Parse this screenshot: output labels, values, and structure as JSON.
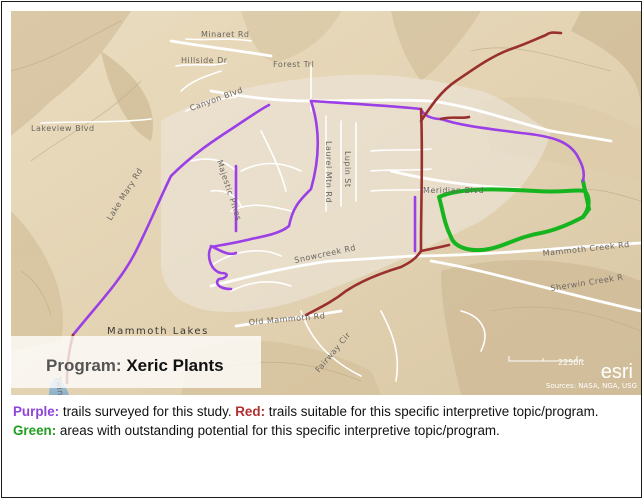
{
  "map": {
    "program_prefix": "Program:",
    "program_name": "Xeric Plants",
    "streets": {
      "minaret_rd": "Minaret Rd",
      "hillside_dr": "Hillside Dr",
      "forest_trl": "Forest Trl",
      "canyon_blvd": "Canyon Blvd",
      "lakeview_blvd": "Lakeview Blvd",
      "majestic_pines": "Majestic Pines",
      "laurel_mtn_rd": "Laurel Mtn Rd",
      "lupin_st": "Lupin St",
      "meridian_blvd": "Meridian Blvd",
      "snowcreek_rd": "Snowcreek Rd",
      "lake_mary_rd": "Lake Mary Rd",
      "mammoth_creek_rd": "Mammoth Creek Rd",
      "sherwin_creek_rd": "Sherwin Creek R",
      "old_mammoth_rd": "Old Mammoth Rd",
      "fairway_cir": "Fairway Cir",
      "twin_lakes": "Twin"
    },
    "town_label": "Mammoth Lakes",
    "scale_label": "2250ft",
    "attribution": "Sources: NASA, NGA, USG",
    "logo": "esri",
    "colors": {
      "purple_trail": "#9b3fe6",
      "red_trail": "#9a2f2f",
      "green_area": "#16b51f"
    }
  },
  "caption": {
    "purple_key": "Purple:",
    "purple_text": " trails surveyed for this study. ",
    "red_key": "Red:",
    "red_text": " trails suitable for this specific interpretive topic/program. ",
    "green_key": "Green:",
    "green_text": " areas with outstanding potential for this specific interpretive topic/program."
  }
}
